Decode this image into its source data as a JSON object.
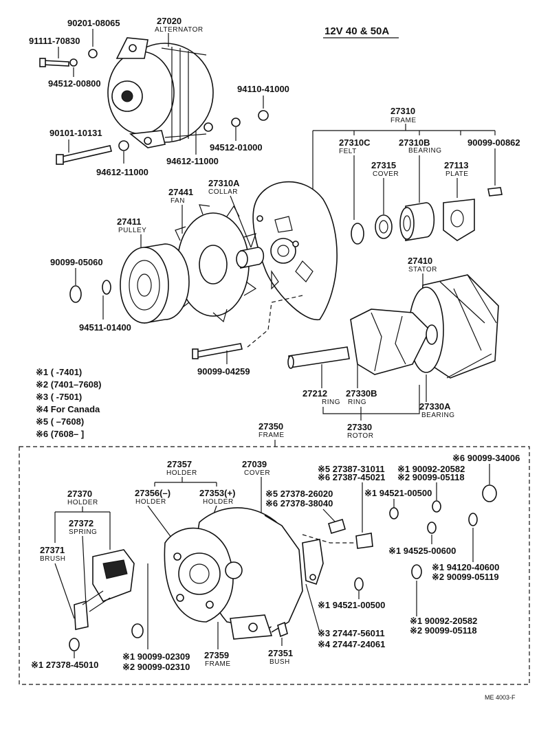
{
  "title": "12V 40 & 50A",
  "drawing_code": "ME 4003-F",
  "notes": [
    "※1 (      -7401)",
    "※2 (7401–7608)",
    "※3 (      -7501)",
    "※4 For Canada",
    "※5 (      –7608)",
    "※6 (7608–      ]"
  ],
  "labels": {
    "l27020": "27020",
    "l27020n": "ALTERNATOR",
    "l90201": "90201-08065",
    "l91111": "91111-70830",
    "l94512a": "94512-00800",
    "l94110": "94110-41000",
    "l94512b": "94512-01000",
    "l90101": "90101-10131",
    "l94612a": "94612-11000",
    "l94612b": "94612-11000",
    "l27310": "27310",
    "l27310n": "FRAME",
    "l27310C": "27310C",
    "l27310Cn": "FELT",
    "l27310B": "27310B",
    "l27310Bn": "BEARING",
    "l90099_862": "90099-00862",
    "l27315": "27315",
    "l27315n": "COVER",
    "l27113": "27113",
    "l27113n": "PLATE",
    "l27441": "27441",
    "l27441n": "FAN",
    "l27310A": "27310A",
    "l27310An": "COLLAR",
    "l27411": "27411",
    "l27411n": "PULLEY",
    "l90099_5060": "90099-05060",
    "l94511": "94511-01400",
    "l27410": "27410",
    "l27410n": "STATOR",
    "l90099_4259": "90099-04259",
    "l27212": "27212",
    "l27212n": "RING",
    "l27330B": "27330B",
    "l27330Bn": "RING",
    "l27330A": "27330A",
    "l27330An": "BEARING",
    "l27330": "27330",
    "l27330n": "ROTOR",
    "l27350": "27350",
    "l27350n": "FRAME",
    "l27357": "27357",
    "l27357n": "HOLDER",
    "l27039": "27039",
    "l27039n": "COVER",
    "l27370": "27370",
    "l27370n": "HOLDER",
    "l27356": "27356(–)",
    "l27356n": "HOLDER",
    "l27353": "27353(+)",
    "l27353n": "HOLDER",
    "l27372": "27372",
    "l27372n": "SPRING",
    "l27371": "27371",
    "l27371n": "BRUSH",
    "l27359": "27359",
    "l27359n": "FRAME",
    "l27351": "27351",
    "l27351n": "BUSH",
    "l27387a": "※5  27387-31011",
    "l27387b": "※6  27387-45021",
    "l90092a": "※1  90092-20582",
    "l90099_5118a": "※2  90099-05118",
    "l90099_34006": "※6 90099-34006",
    "l27378a": "※5  27378-26020",
    "l27378b": "※6  27378-38040",
    "l94521a": "※1  94521-00500",
    "l94525": "※1  94525-00600",
    "l94120": "※1  94120-40600",
    "l90099_5119": "※2  90099-05119",
    "l94521b": "※1 94521-00500",
    "l90092b": "※1  90092-20582",
    "l90099_5118b": "※2  90099-05118",
    "l27447a": "※3   27447-56011",
    "l27447b": "※4   27447-24061",
    "l90099_2309": "※1  90099-02309",
    "l90099_2310": "※2  90099-02310",
    "l27378_45010": "※1  27378-45010"
  }
}
